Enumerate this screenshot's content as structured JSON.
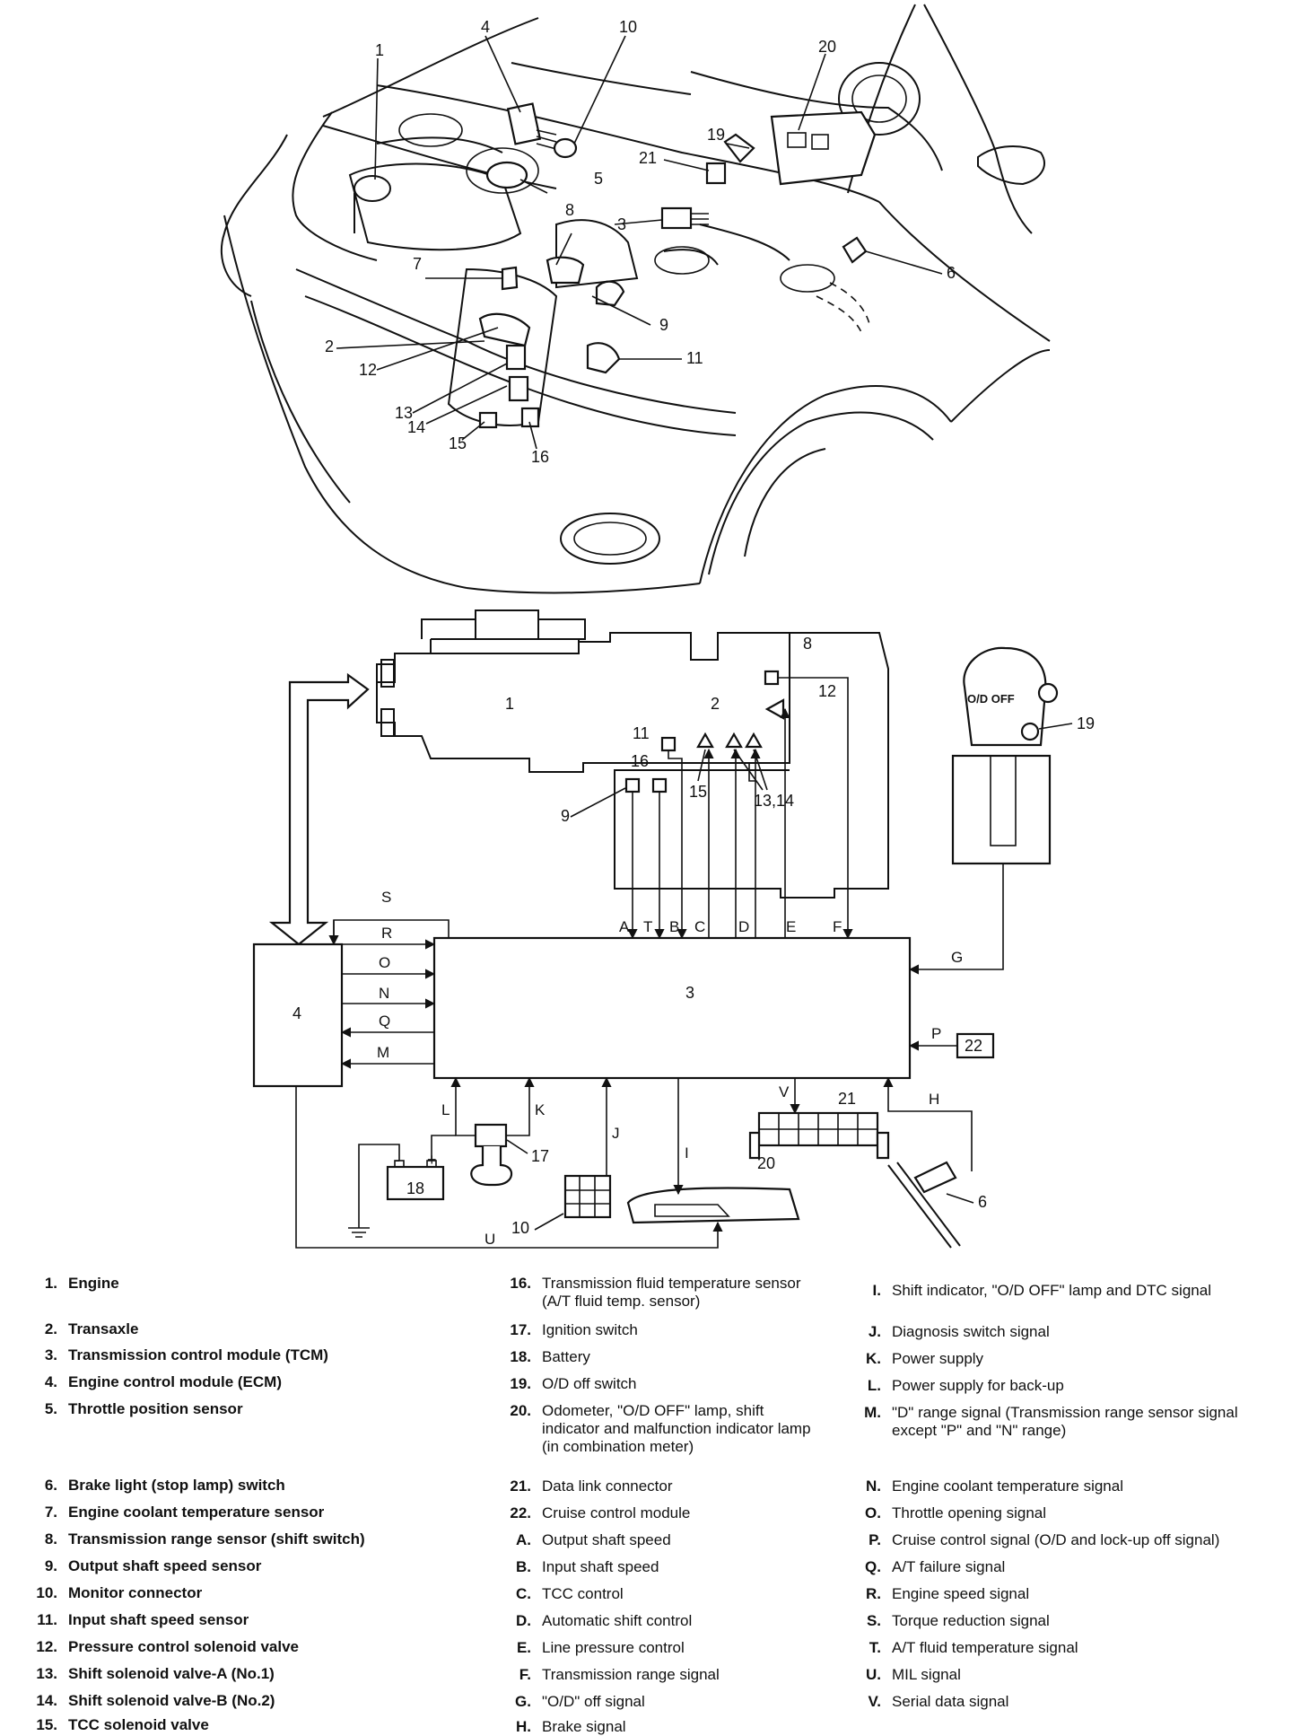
{
  "diagram": {
    "callouts_top": [
      "1",
      "2",
      "3",
      "4",
      "5",
      "6",
      "7",
      "8",
      "9",
      "10",
      "11",
      "12",
      "13",
      "14",
      "15",
      "16",
      "19",
      "20",
      "21"
    ],
    "block_labels": {
      "engine": "1",
      "transaxle": "2",
      "tcm": "3",
      "ecm": "4",
      "p6": "6",
      "p8": "8",
      "p9": "9",
      "p10": "10",
      "p11": "11",
      "p12": "12",
      "p13_14": "13,14",
      "p15": "15",
      "p16": "16",
      "p17": "17",
      "p18": "18",
      "p19": "19",
      "p20": "20",
      "p21": "21",
      "p22": "22",
      "od_off": "O/D OFF",
      "battery_minus": "-",
      "battery_plus": "+"
    },
    "signals": [
      "A",
      "B",
      "C",
      "D",
      "E",
      "F",
      "G",
      "H",
      "I",
      "J",
      "K",
      "L",
      "M",
      "N",
      "O",
      "P",
      "Q",
      "R",
      "S",
      "T",
      "U",
      "V"
    ]
  },
  "legend": {
    "col1": [
      {
        "key": "1.",
        "text": "Engine"
      },
      {
        "key": "2.",
        "text": "Transaxle"
      },
      {
        "key": "3.",
        "text": "Transmission control module (TCM)"
      },
      {
        "key": "4.",
        "text": "Engine control module (ECM)"
      },
      {
        "key": "5.",
        "text": "Throttle position sensor"
      },
      {
        "key": "6.",
        "text": "Brake light (stop lamp) switch"
      },
      {
        "key": "7.",
        "text": "Engine coolant temperature sensor"
      },
      {
        "key": "8.",
        "text": "Transmission range sensor (shift switch)"
      },
      {
        "key": "9.",
        "text": "Output shaft speed sensor"
      },
      {
        "key": "10.",
        "text": "Monitor connector"
      },
      {
        "key": "11.",
        "text": "Input shaft speed sensor"
      },
      {
        "key": "12.",
        "text": "Pressure control solenoid valve"
      },
      {
        "key": "13.",
        "text": "Shift solenoid valve-A (No.1)"
      },
      {
        "key": "14.",
        "text": "Shift solenoid valve-B (No.2)"
      },
      {
        "key": "15.",
        "text": "TCC solenoid valve"
      }
    ],
    "col2": [
      {
        "key": "16.",
        "text": "Transmission fluid temperature sensor (A/T fluid temp. sensor)"
      },
      {
        "key": "17.",
        "text": "Ignition switch"
      },
      {
        "key": "18.",
        "text": "Battery"
      },
      {
        "key": "19.",
        "text": "O/D off switch"
      },
      {
        "key": "20.",
        "text": "Odometer, \"O/D OFF\" lamp, shift indicator and malfunction indicator lamp (in combination meter)"
      },
      {
        "key": "21.",
        "text": "Data link connector"
      },
      {
        "key": "22.",
        "text": "Cruise control module"
      },
      {
        "key": "A.",
        "text": "Output shaft speed"
      },
      {
        "key": "B.",
        "text": "Input shaft speed"
      },
      {
        "key": "C.",
        "text": "TCC control"
      },
      {
        "key": "D.",
        "text": "Automatic shift control"
      },
      {
        "key": "E.",
        "text": "Line pressure control"
      },
      {
        "key": "F.",
        "text": "Transmission range signal"
      },
      {
        "key": "G.",
        "text": "\"O/D\" off signal"
      },
      {
        "key": "H.",
        "text": "Brake signal"
      }
    ],
    "col3": [
      {
        "key": "I.",
        "text": "Shift indicator, \"O/D OFF\" lamp and DTC signal"
      },
      {
        "key": "J.",
        "text": "Diagnosis switch signal"
      },
      {
        "key": "K.",
        "text": "Power supply"
      },
      {
        "key": "L.",
        "text": "Power supply for back-up"
      },
      {
        "key": "M.",
        "text": "\"D\" range signal (Transmission range sensor signal except \"P\" and \"N\" range)"
      },
      {
        "key": "N.",
        "text": "Engine coolant temperature signal"
      },
      {
        "key": "O.",
        "text": "Throttle opening signal"
      },
      {
        "key": "P.",
        "text": "Cruise control signal (O/D and lock-up off signal)"
      },
      {
        "key": "Q.",
        "text": "A/T failure signal"
      },
      {
        "key": "R.",
        "text": "Engine speed signal"
      },
      {
        "key": "S.",
        "text": "Torque reduction signal"
      },
      {
        "key": "T.",
        "text": "A/T fluid temperature signal"
      },
      {
        "key": "U.",
        "text": "MIL signal"
      },
      {
        "key": "V.",
        "text": "Serial data signal"
      }
    ]
  }
}
